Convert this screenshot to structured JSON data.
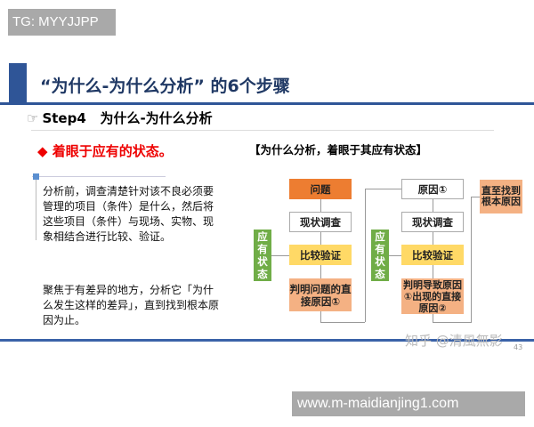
{
  "watermark_top": "TG: MYYJJPP",
  "title": "“为什么-为什么分析” 的6个步骤",
  "step": {
    "icon": "pointing-hand-icon",
    "label": "Step4   为什么-为什么分析"
  },
  "bullet": {
    "icon": "red-diamond-icon",
    "text": "着眼于应有的状态。"
  },
  "paragraphs": [
    "分析前，调查清楚针对该不良必须要管理的项目（条件）是什么，然后将这些项目（条件）与现场、实物、现象相结合进行比较、验证。",
    "聚焦于有差异的地方，分析它「为什么发生这样的差异」，直到找到根本原因为止。"
  ],
  "flow": {
    "title": "【为什么分析，着眼于其应有状态】",
    "left": {
      "side": "应有状态",
      "steps": [
        "问题",
        "现状调查",
        "比较验证",
        "判明问题的直接原因①"
      ]
    },
    "right": {
      "side": "应有状态",
      "steps": [
        "原因①",
        "现状调查",
        "比较验证",
        "判明导致原因①出现的直接原因②"
      ]
    },
    "final": "直至找到根本原因",
    "colors": {
      "problem": "#ed7d31",
      "compare": "#ffd966",
      "result": "#f4b183",
      "side": "#70ad47"
    }
  },
  "zhihu_watermark": "知乎 @清風無影",
  "page_number": "43",
  "watermark_bottom": "www.m-maidianjing1.com"
}
